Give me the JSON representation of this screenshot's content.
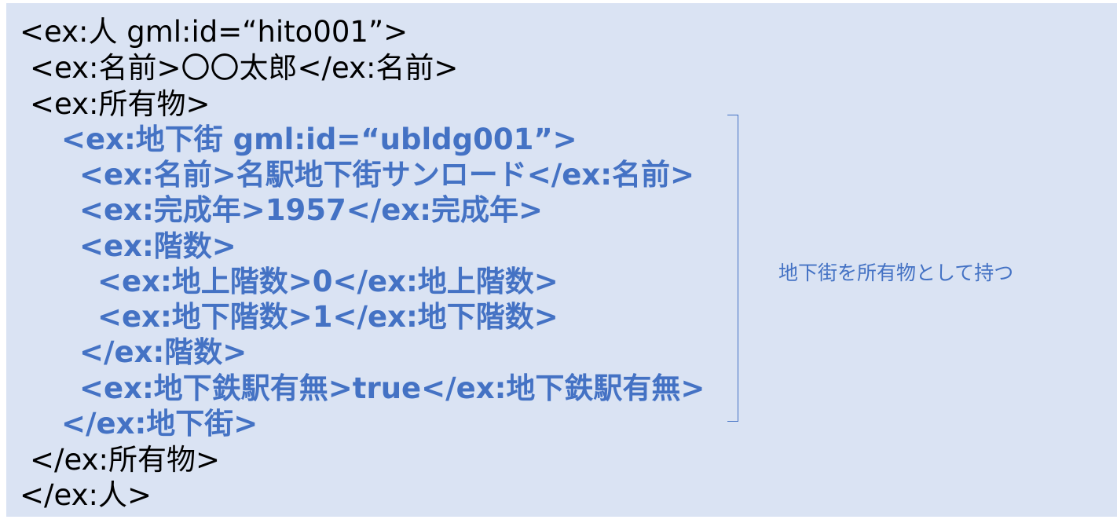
{
  "code": {
    "lines": [
      {
        "text": "<ex:人 gml:id=“hito001”>",
        "style": "outer"
      },
      {
        "text": "<ex:名前>〇〇太郎</ex:名前>",
        "style": "outer"
      },
      {
        "text": "<ex:所有物>",
        "style": "outer"
      },
      {
        "text": "<ex:地下街 gml:id=“ubldg001”>",
        "style": "inner"
      },
      {
        "text": "<ex:名前>名駅地下街サンロード</ex:名前>",
        "style": "inner"
      },
      {
        "text": "<ex:完成年>1957</ex:完成年>",
        "style": "inner"
      },
      {
        "text": "<ex:階数>",
        "style": "inner"
      },
      {
        "text": "<ex:地上階数>0</ex:地上階数>",
        "style": "inner"
      },
      {
        "text": "<ex:地下階数>1</ex:地下階数>",
        "style": "inner"
      },
      {
        "text": "</ex:階数>",
        "style": "inner"
      },
      {
        "text": "<ex:地下鉄駅有無>true</ex:地下鉄駅有無>",
        "style": "inner"
      },
      {
        "text": "</ex:地下街>",
        "style": "inner"
      },
      {
        "text": "</ex:所有物>",
        "style": "outer"
      },
      {
        "text": "</ex:人>",
        "style": "outer"
      }
    ]
  },
  "annotation": {
    "text": "地下街を所有物として持つ"
  },
  "colors": {
    "background": "#dae3f3",
    "outer_text": "#000000",
    "highlight": "#4472c4"
  }
}
